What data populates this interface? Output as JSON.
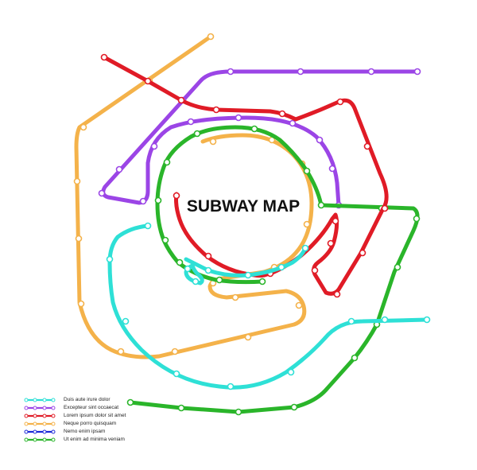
{
  "title": "SUBWAY MAP",
  "lines": [
    {
      "id": "cyan",
      "label": "Duis aute irure dolor",
      "color": "#2ee0d6"
    },
    {
      "id": "purple",
      "label": "Excepteur sint occaecat",
      "color": "#9b45e6"
    },
    {
      "id": "red",
      "label": "Lorem ipsum dolor sit amet",
      "color": "#e01b26"
    },
    {
      "id": "orange",
      "label": "Neque porro quisquam",
      "color": "#f4b24a"
    },
    {
      "id": "blue",
      "label": "Nemo enim ipsam",
      "color": "#1b2ad8"
    },
    {
      "id": "green",
      "label": "Ut enim ad minima veniam",
      "color": "#2ab52a"
    }
  ]
}
